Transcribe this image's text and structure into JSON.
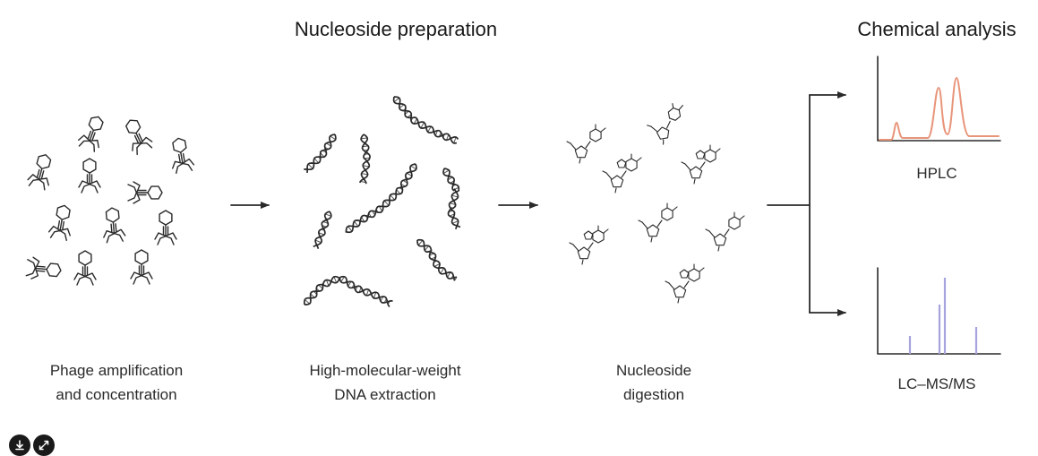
{
  "diagram": {
    "titles": {
      "nucleoside_preparation": "Nucleoside preparation",
      "chemical_analysis": "Chemical analysis"
    },
    "steps": [
      {
        "line1": "Phage amplification",
        "line2": "and concentration"
      },
      {
        "line1": "High-molecular-weight",
        "line2": "DNA extraction"
      },
      {
        "line1": "Nucleoside",
        "line2": "digestion"
      }
    ],
    "outputs": {
      "hplc": "HPLC",
      "lcms": "LC–MS/MS"
    },
    "colors": {
      "hplc_trace": "#e8957a",
      "lcms_peaks": "#a7a4dd",
      "ink": "#2a2a2a"
    }
  },
  "toolbar": {
    "icons": [
      "download-icon",
      "expand-icon"
    ]
  }
}
